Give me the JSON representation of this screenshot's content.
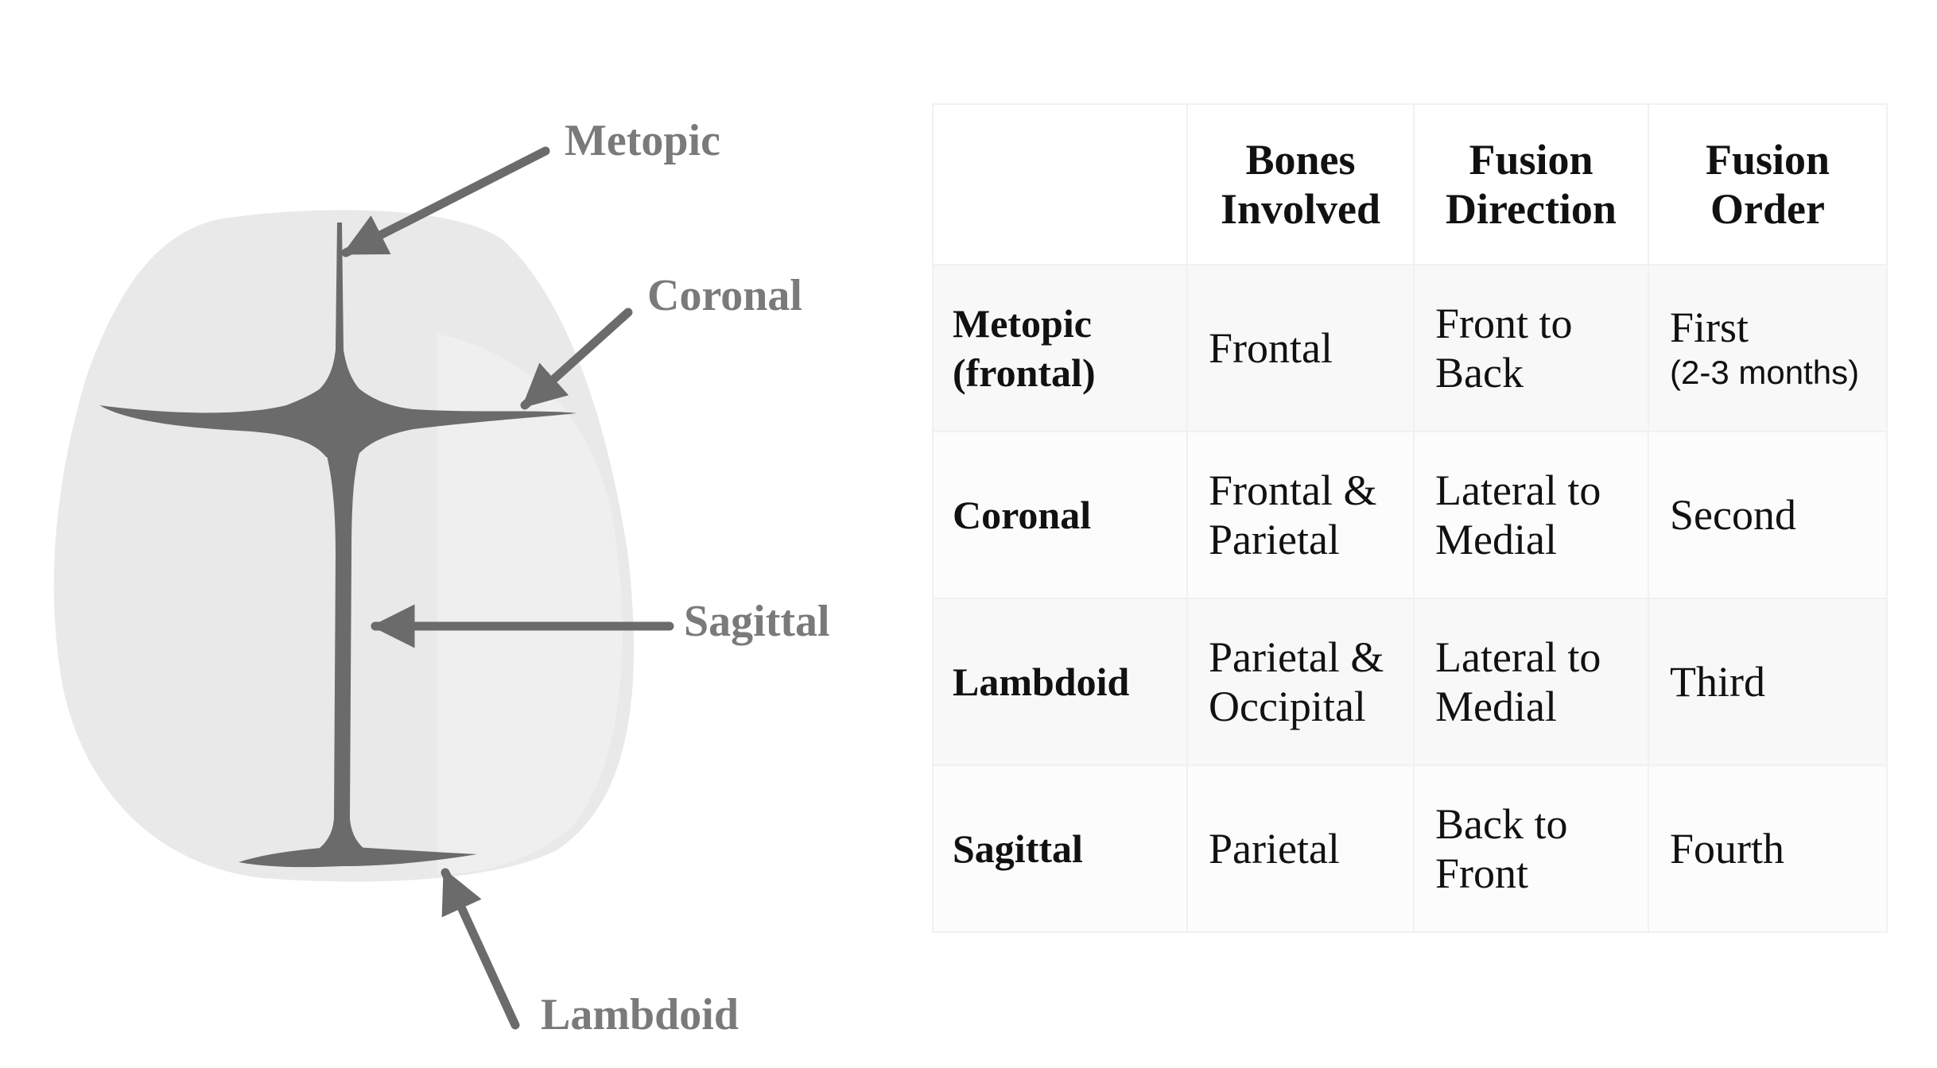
{
  "diagram": {
    "labels": {
      "metopic": "Metopic",
      "coronal": "Coronal",
      "sagittal": "Sagittal",
      "lambdoid": "Lambdoid"
    },
    "colors": {
      "skull_fill": "#e9e9e9",
      "suture": "#6b6b6b",
      "arrow": "#6b6b6b",
      "label": "#7a7a7a"
    }
  },
  "table": {
    "headers": {
      "blank": "",
      "bones": "Bones Involved",
      "direction": "Fusion Direction",
      "order": "Fusion Order"
    },
    "rows": [
      {
        "suture": "Metopic (frontal)",
        "bones": "Frontal",
        "direction": "Front to Back",
        "order": "First",
        "order_note": "(2-3 months)"
      },
      {
        "suture": "Coronal",
        "bones": "Frontal & Parietal",
        "direction": "Lateral to Medial",
        "order": "Second",
        "order_note": ""
      },
      {
        "suture": "Lambdoid",
        "bones": "Parietal & Occipital",
        "direction": "Lateral to Medial",
        "order": "Third",
        "order_note": ""
      },
      {
        "suture": "Sagittal",
        "bones": "Parietal",
        "direction": "Back to Front",
        "order": "Fourth",
        "order_note": ""
      }
    ]
  }
}
